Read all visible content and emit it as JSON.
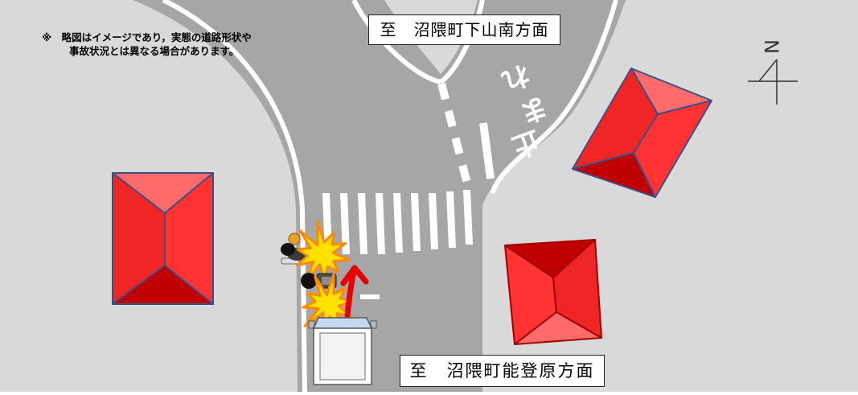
{
  "notice": {
    "line1": "※　略図はイメージであり，実態の道路形状や",
    "line2": "事故状況とは異なる場合があります。"
  },
  "destinations": {
    "north": "至　沼隈町下山南方面",
    "south": "至　沼隈町能登原方面"
  },
  "road_marking": {
    "chars": [
      "止",
      "ま",
      "れ"
    ]
  },
  "compass": {
    "label": "N"
  },
  "colors": {
    "ground": "#d9d9d9",
    "road": "#a6a6a6",
    "marking": "#ffffff",
    "roof_light": "#ff6b6b",
    "roof_mid": "#ff3333",
    "roof_mid_alt": "#f02626",
    "roof_dark": "#c00000",
    "house_outline": "#3f4f80",
    "house_outline_alt": "#a00000",
    "burst_fill": "#ffe200",
    "burst_outline": "#ff8a00",
    "arrow": "#e60000",
    "compass_ink": "#333333"
  }
}
